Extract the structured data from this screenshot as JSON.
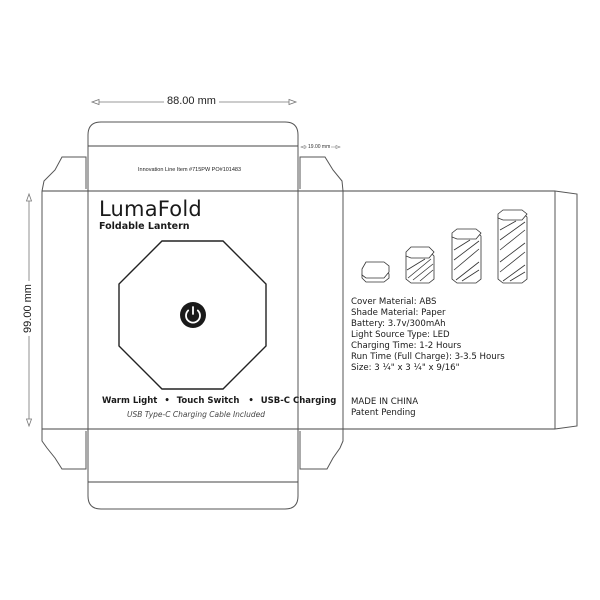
{
  "dimensions": {
    "width_label": "88.00 mm",
    "height_label": "99.00 mm",
    "side_label": "19.00 mm"
  },
  "top_flap": {
    "line_item": "Innovation Line Item #715PW PO#101483"
  },
  "front_panel": {
    "brand": "LumaFold",
    "subtitle": "Foldable Lantern",
    "features": [
      "Warm Light",
      "Touch Switch",
      "USB-C Charging"
    ],
    "feature_separator": "•",
    "cable_note": "USB Type-C Charging Cable Included",
    "icons": [
      "octagon-lantern-top",
      "power-icon"
    ]
  },
  "back_panel": {
    "illustration": "lantern-fold-stages",
    "specs": [
      "Cover Material: ABS",
      "Shade Material: Paper",
      "Battery: 3.7v/300mAh",
      "Light Source Type: LED",
      "Charging Time: 1-2 Hours",
      "Run Time (Full Charge): 3-3.5 Hours",
      "Size: 3 ¼\" x 3 ¼\" x 9/16\""
    ],
    "origin": "MADE IN CHINA",
    "patent": "Patent Pending"
  },
  "colors": {
    "line": "#555555",
    "ink": "#1a1a1a",
    "power_button": "#1a1a1a"
  }
}
